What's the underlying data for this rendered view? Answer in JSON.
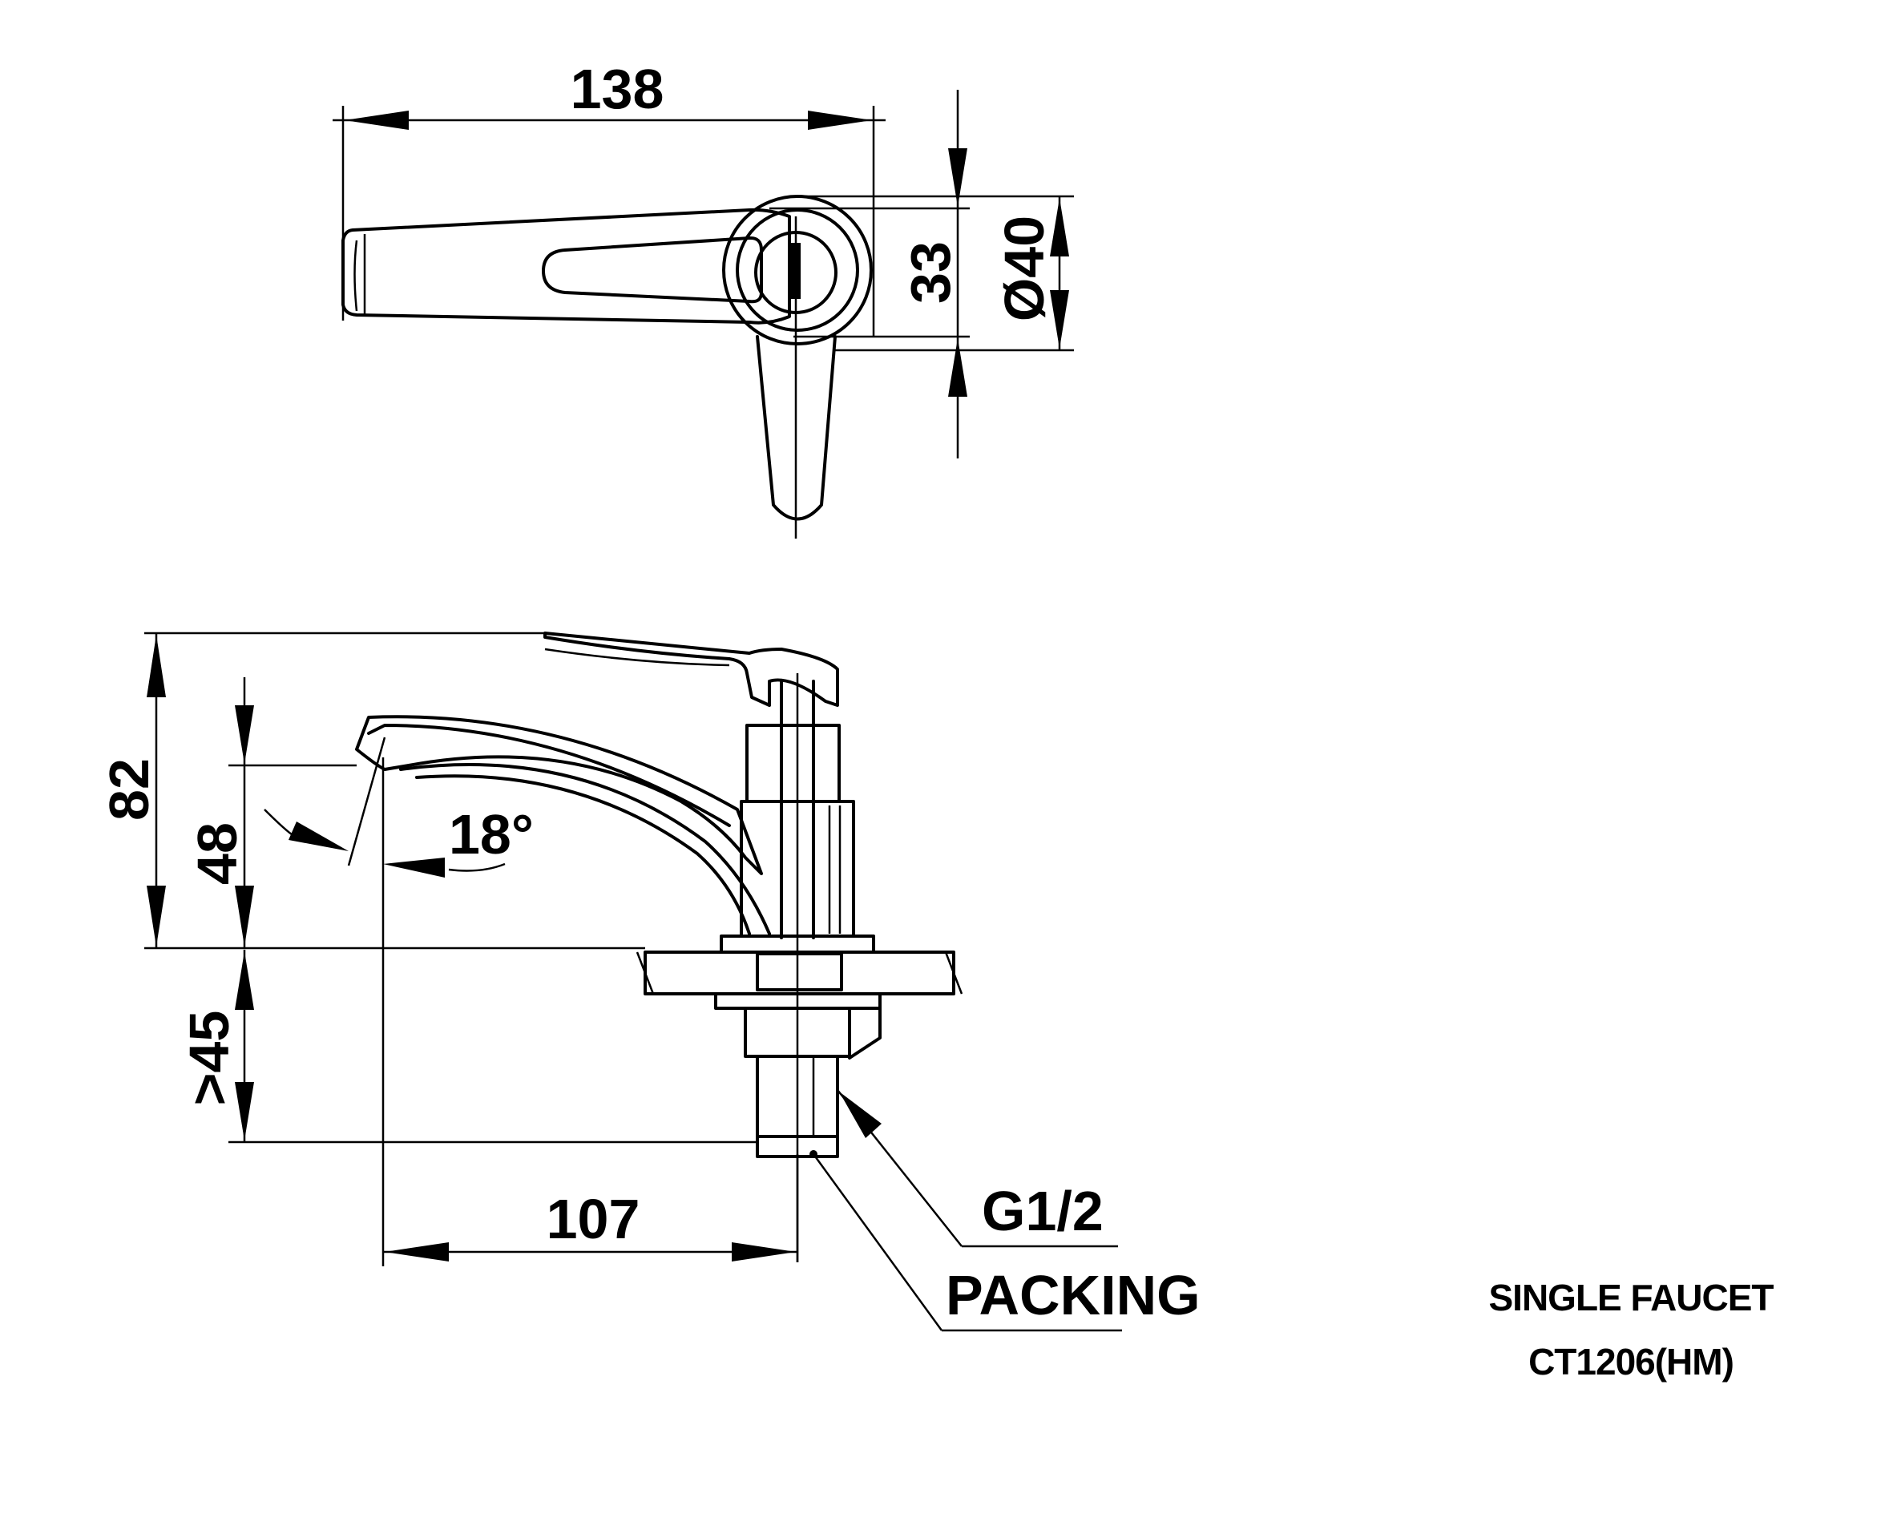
{
  "dimensions": {
    "top_width": "138",
    "lever_height": "33",
    "body_diameter": "Ø40",
    "total_height": "82",
    "spout_height": "48",
    "spout_angle": "18°",
    "below_deck": ">45",
    "spout_reach": "107"
  },
  "callouts": {
    "thread": "G1/2",
    "packing": "PACKING"
  },
  "title_block": {
    "name": "SINGLE FAUCET",
    "model": "CT1206(HM)"
  }
}
